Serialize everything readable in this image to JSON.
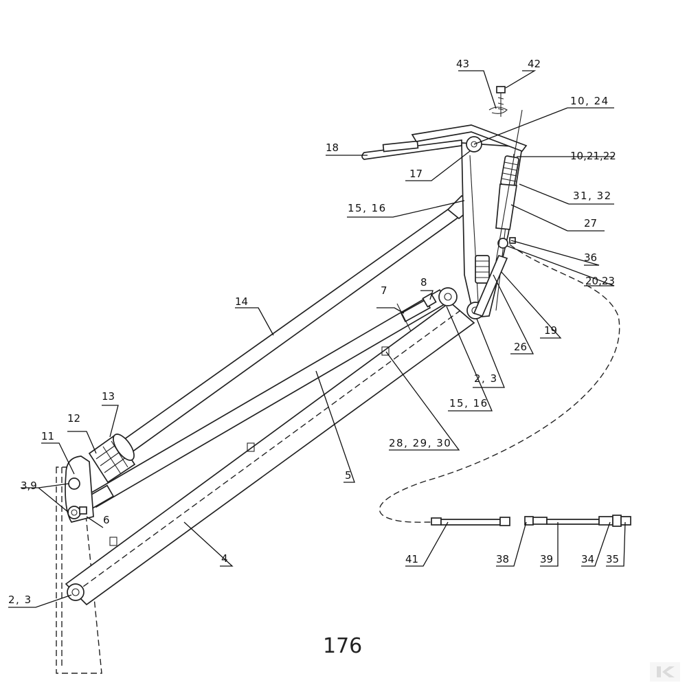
{
  "page_number": "176",
  "callouts": {
    "c43": "43",
    "c42": "42",
    "c10_24": "10, 24",
    "c18": "18",
    "c10_21_22": "10,21,22",
    "c17": "17",
    "c31_32": "31, 32",
    "c15_16_top": "15, 16",
    "c27": "27",
    "c36": "36",
    "c20_23": "20,23",
    "c14": "14",
    "c7": "7",
    "c8": "8",
    "c19": "19",
    "c26": "26",
    "c2_3_mid": "2, 3",
    "c15_16_mid": "15, 16",
    "c13": "13",
    "c12": "12",
    "c11": "11",
    "c28_29_30": "28, 29, 30",
    "c5": "5",
    "c3_9": "3,9",
    "c6": "6",
    "c4": "4",
    "c41": "41",
    "c38": "38",
    "c39": "39",
    "c34": "34",
    "c35": "35",
    "c2_3_bottom": "2, 3"
  },
  "icons": {
    "logo": "kverneland-k-logo"
  }
}
